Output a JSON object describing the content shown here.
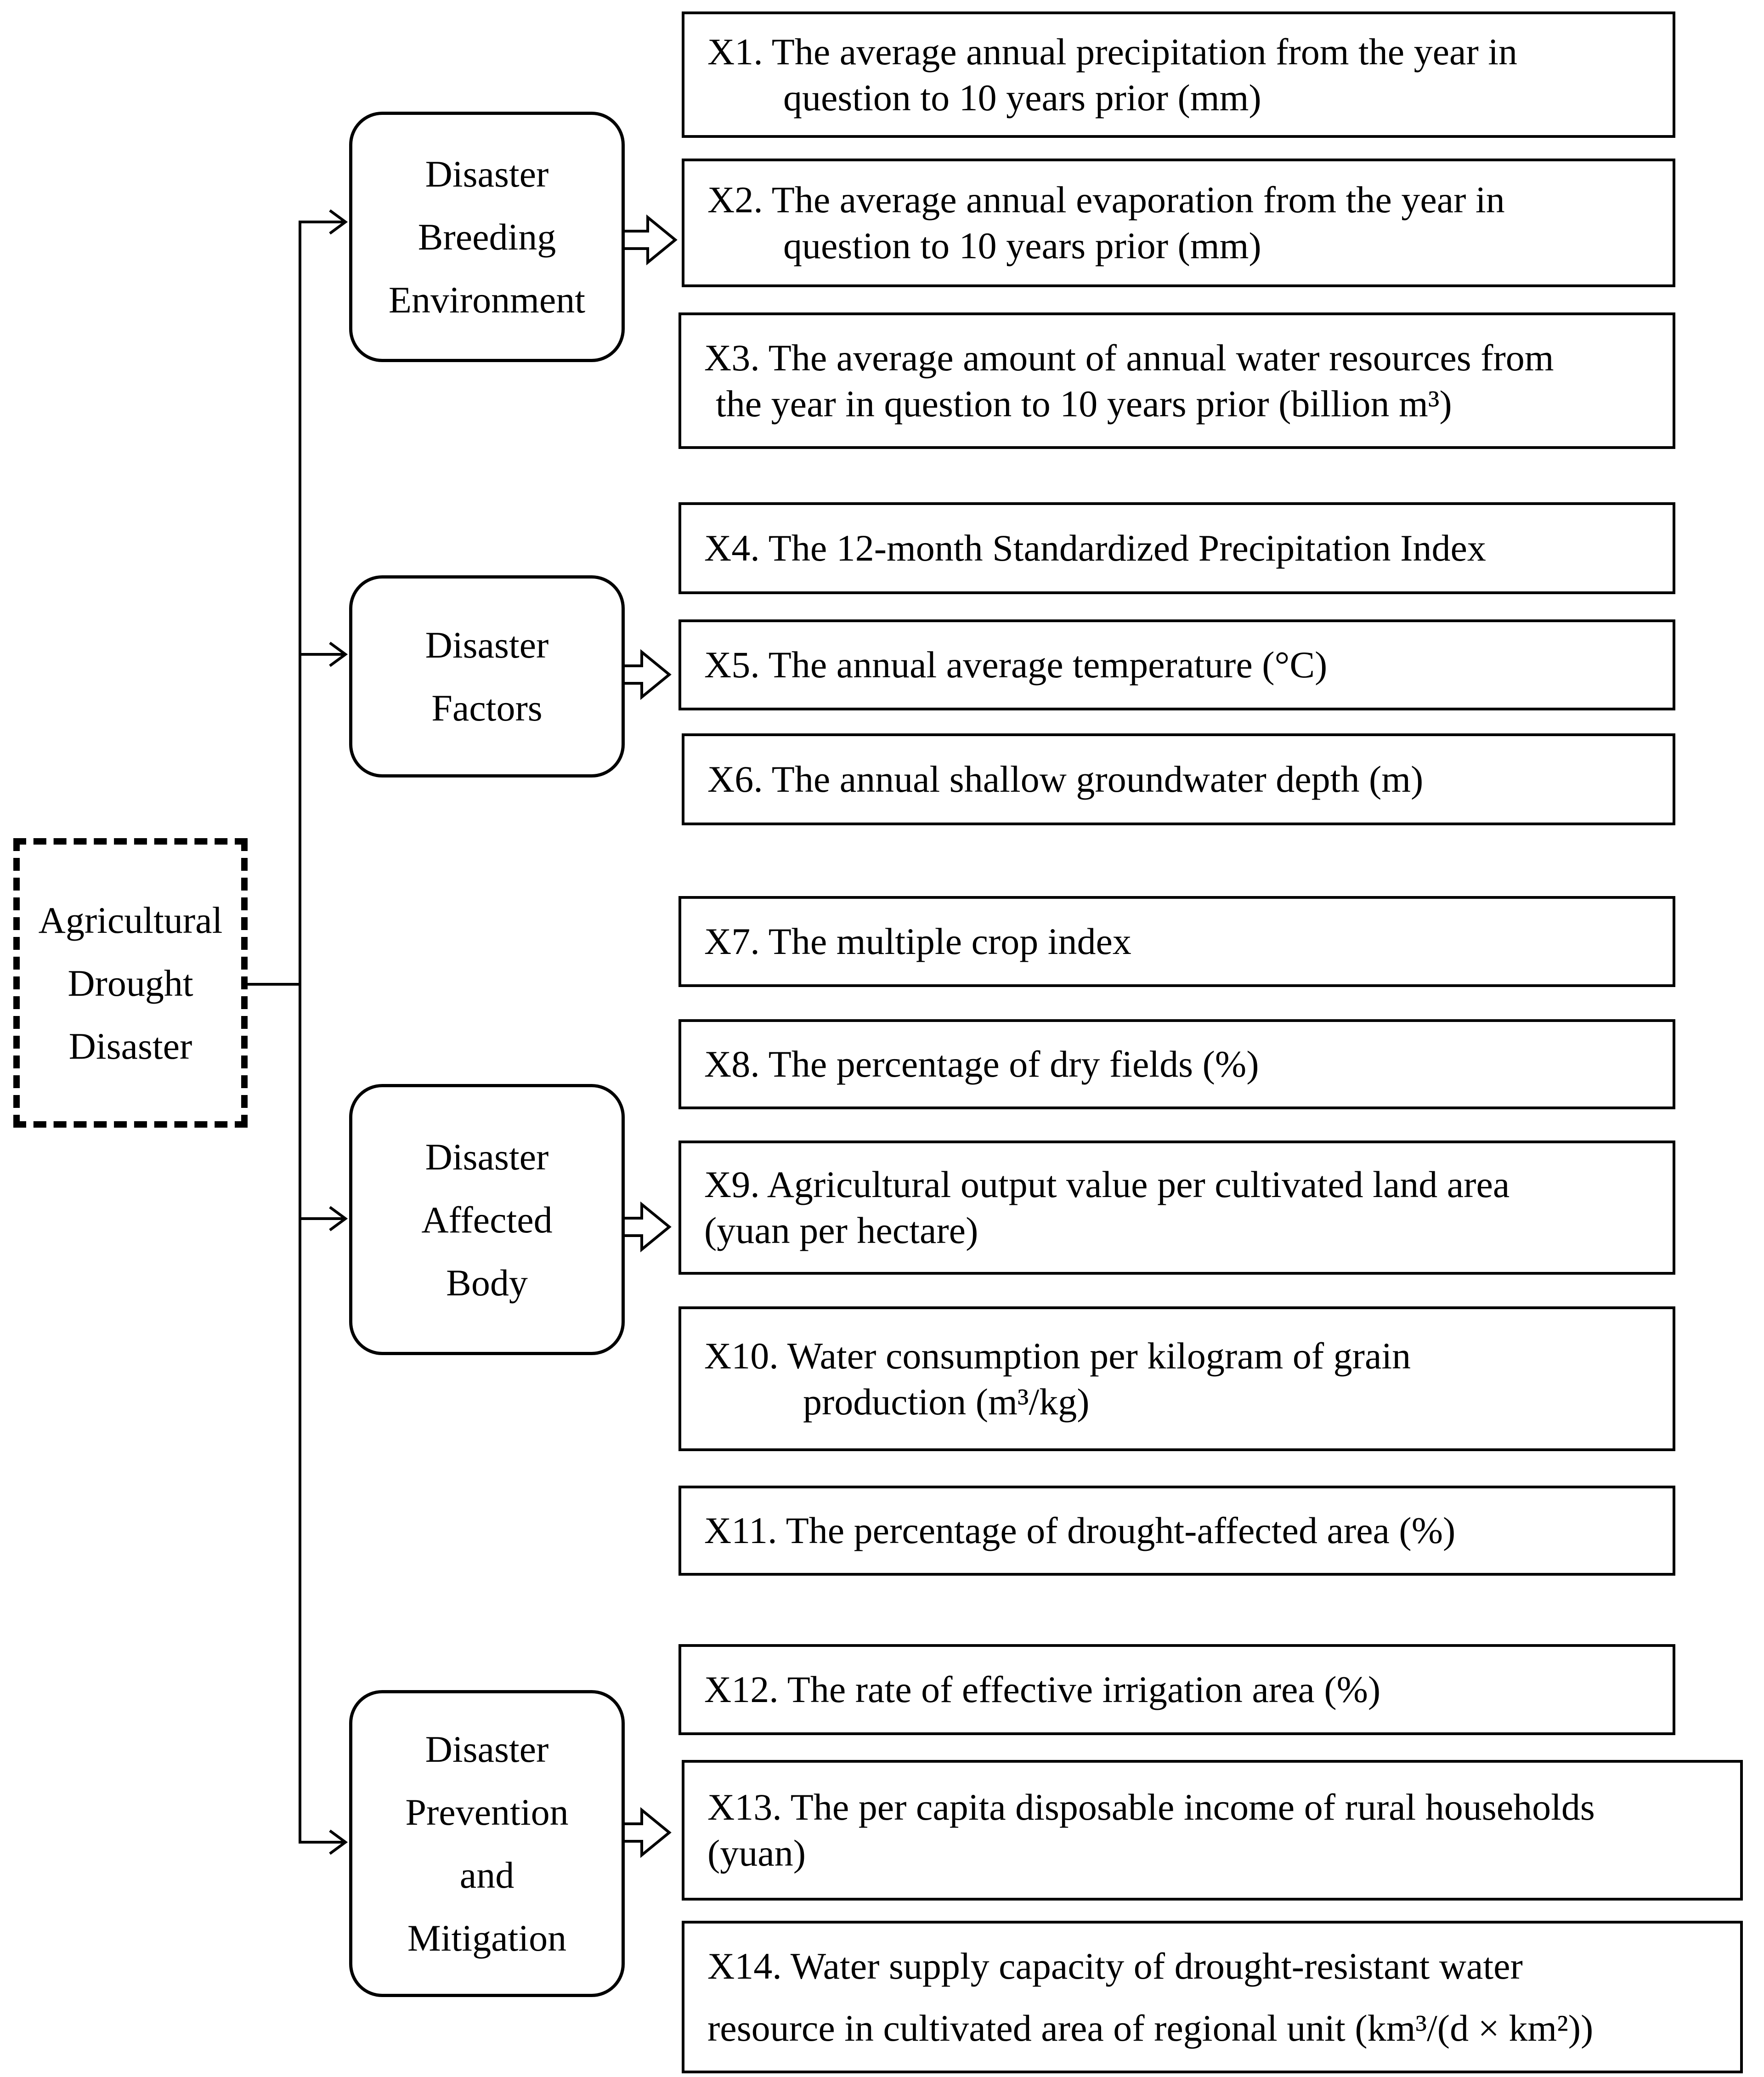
{
  "root": {
    "lines": [
      "Agricultural",
      "Drought",
      "Disaster"
    ]
  },
  "categories": [
    {
      "lines": [
        "Disaster",
        "Breeding",
        "Environment"
      ]
    },
    {
      "lines": [
        "Disaster",
        "Factors"
      ]
    },
    {
      "lines": [
        "Disaster",
        "Affected",
        "Body"
      ]
    },
    {
      "lines": [
        "Disaster",
        "Prevention",
        "and",
        "Mitigation"
      ]
    }
  ],
  "indicators": [
    {
      "lines": [
        "X1. The average annual precipitation from the year in",
        "question to 10 years prior (mm)"
      ]
    },
    {
      "lines": [
        "X2. The average annual evaporation from the year in",
        "question to 10 years prior (mm)"
      ]
    },
    {
      "lines": [
        "X3. The average amount of annual water resources from",
        "the year in question to 10 years prior (billion m³)"
      ]
    },
    {
      "lines": [
        "X4. The 12-month Standardized Precipitation Index"
      ]
    },
    {
      "lines": [
        "X5. The annual average temperature (°C)"
      ]
    },
    {
      "lines": [
        "X6. The annual shallow groundwater depth (m)"
      ]
    },
    {
      "lines": [
        "X7. The multiple crop index"
      ]
    },
    {
      "lines": [
        "X8. The percentage of dry fields (%)"
      ]
    },
    {
      "lines": [
        "X9. Agricultural output value per cultivated land area",
        "(yuan per hectare)"
      ]
    },
    {
      "lines": [
        "X10. Water consumption per kilogram of grain",
        "production (m³/kg)"
      ]
    },
    {
      "lines": [
        "X11. The percentage of drought-affected area (%)"
      ]
    },
    {
      "lines": [
        "X12. The rate of effective irrigation area (%)"
      ]
    },
    {
      "lines": [
        "X13. The per capita disposable income of rural households",
        "(yuan)"
      ]
    },
    {
      "lines": [
        "X14. Water supply capacity of drought-resistant water",
        "resource in cultivated area of regional unit (km³/(d × km²))"
      ]
    }
  ]
}
